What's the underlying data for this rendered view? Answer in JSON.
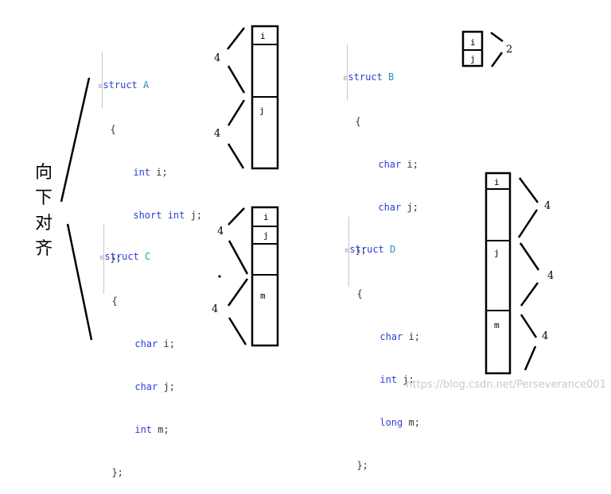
{
  "side_label": [
    "向",
    "下",
    "对",
    "齐"
  ],
  "watermark": "https://blog.csdn.net/Perseverance001",
  "structs": {
    "A": {
      "header_kw": "struct",
      "name": "A",
      "open": "{",
      "close": "};",
      "fields": [
        {
          "type": "int",
          "rest": " i;"
        },
        {
          "type": "short int",
          "rest": " j;"
        }
      ],
      "cells": [
        "i",
        "j"
      ],
      "sizes": [
        "4",
        "4"
      ]
    },
    "B": {
      "header_kw": "struct",
      "name": "B",
      "open": "{",
      "close": "};",
      "fields": [
        {
          "type": "char",
          "rest": " i;"
        },
        {
          "type": "char",
          "rest": " j;"
        }
      ],
      "cells": [
        "i",
        "j"
      ],
      "sizes": [
        "2"
      ]
    },
    "C": {
      "header_kw": "struct",
      "name": "C",
      "open": "{",
      "close": "};",
      "fields": [
        {
          "type": "char",
          "rest": " i;"
        },
        {
          "type": "char",
          "rest": " j;"
        },
        {
          "type": "int",
          "rest": " m;"
        }
      ],
      "cells": [
        "i",
        "j",
        "m"
      ],
      "sizes": [
        "4",
        "4"
      ]
    },
    "D": {
      "header_kw": "struct",
      "name": "D",
      "open": "{",
      "close": "};",
      "fields": [
        {
          "type": "char",
          "rest": " i;"
        },
        {
          "type": "int",
          "rest": " j;"
        },
        {
          "type": "long",
          "rest": " m;"
        }
      ],
      "cells": [
        "i",
        "j",
        "m"
      ],
      "sizes": [
        "4",
        "4",
        "4"
      ]
    }
  }
}
